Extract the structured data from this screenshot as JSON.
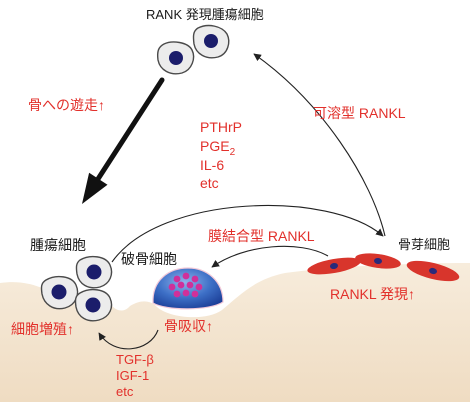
{
  "diagram": {
    "title": "RANK 発現腫瘍細胞",
    "labels": {
      "migration": "骨への遊走↑",
      "soluble_rankl": "可溶型 RANKL",
      "factors": {
        "pthrp": "PTHrP",
        "pge": "PGE",
        "pge_sub": "2",
        "il6": "IL-6",
        "etc": "etc"
      },
      "membrane_rankl": "膜結合型 RANKL",
      "osteoblast": "骨芽細胞",
      "tumor_cells": "腫瘍細胞",
      "osteoclast": "破骨細胞",
      "rankl_expression": "RANKL 発現↑",
      "bone_resorption": "骨吸収↑",
      "proliferation": "細胞増殖↑",
      "growth_factors": {
        "tgf": "TGF-β",
        "igf": "IGF-1",
        "etc": "etc"
      }
    },
    "colors": {
      "label_red": "#e2302b",
      "nucleus": "#1b1d6b",
      "osteoclast": "#3d6fc6",
      "osteoclast_granule": "#d0309a",
      "osteoblast": "#d8352c",
      "bone": "#f3e4cf",
      "cell": "#ececec"
    }
  }
}
